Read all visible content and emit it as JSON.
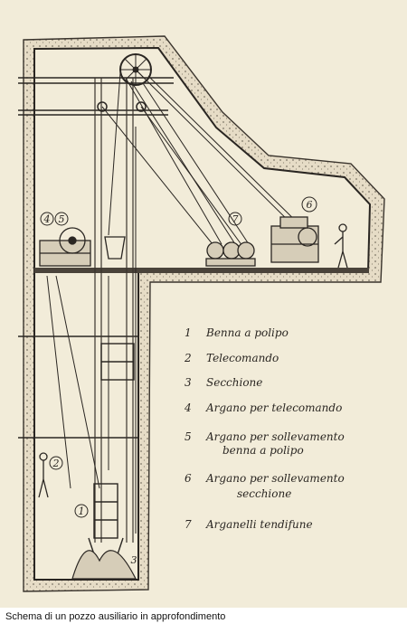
{
  "caption": "Schema di un pozzo ausiliario in approfondimento",
  "legend": [
    {
      "num": "1",
      "lines": [
        "Benna a polipo"
      ]
    },
    {
      "num": "2",
      "lines": [
        "Telecomando"
      ]
    },
    {
      "num": "3",
      "lines": [
        "Secchione"
      ]
    },
    {
      "num": "4",
      "lines": [
        "Argano per telecomando"
      ]
    },
    {
      "num": "5",
      "lines": [
        "Argano per sollevamento",
        "benna a polipo"
      ]
    },
    {
      "num": "6",
      "lines": [
        "Argano per sollevamento",
        "secchione"
      ]
    },
    {
      "num": "7",
      "lines": [
        "Arganelli tendifune"
      ]
    }
  ],
  "callouts": [
    "4",
    "5",
    "7",
    "6",
    "2",
    "1",
    "3"
  ],
  "colors": {
    "paper": "#f2ecd9",
    "ink": "#2a2622",
    "rock": "#c9c0ad"
  }
}
